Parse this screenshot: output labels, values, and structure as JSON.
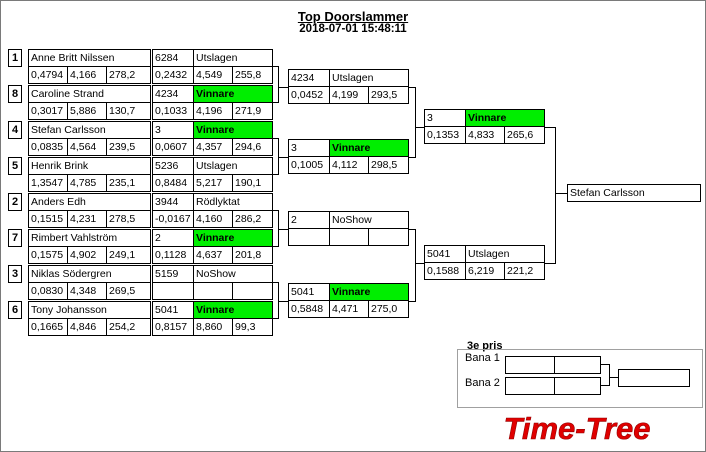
{
  "header": {
    "title": "Top Doorslammer",
    "datetime": "2018-07-01 15:48:11"
  },
  "round1": [
    {
      "seed": "1",
      "name": "Anne Britt Nilssen",
      "rt": "0,4794",
      "et": "4,166",
      "speed": "278,2",
      "opp_no": "6284",
      "result": "Utslagen",
      "winner": false,
      "rt2": "0,2432",
      "et2": "4,549",
      "speed2": "255,8"
    },
    {
      "seed": "8",
      "name": "Caroline Strand",
      "rt": "0,3017",
      "et": "5,886",
      "speed": "130,7",
      "opp_no": "4234",
      "result": "Vinnare",
      "winner": true,
      "rt2": "0,1033",
      "et2": "4,196",
      "speed2": "271,9"
    },
    {
      "seed": "4",
      "name": "Stefan Carlsson",
      "rt": "0,0835",
      "et": "4,564",
      "speed": "239,5",
      "opp_no": "3",
      "result": "Vinnare",
      "winner": true,
      "rt2": "0,0607",
      "et2": "4,357",
      "speed2": "294,6"
    },
    {
      "seed": "5",
      "name": "Henrik Brink",
      "rt": "1,3547",
      "et": "4,785",
      "speed": "235,1",
      "opp_no": "5236",
      "result": "Utslagen",
      "winner": false,
      "rt2": "0,8484",
      "et2": "5,217",
      "speed2": "190,1"
    },
    {
      "seed": "2",
      "name": "Anders Edh",
      "rt": "0,1515",
      "et": "4,231",
      "speed": "278,5",
      "opp_no": "3944",
      "result": "Rödlyktat",
      "winner": false,
      "rt2": "-0,0167",
      "et2": "4,160",
      "speed2": "286,2"
    },
    {
      "seed": "7",
      "name": "Rimbert Vahlström",
      "rt": "0,1575",
      "et": "4,902",
      "speed": "249,1",
      "opp_no": "2",
      "result": "Vinnare",
      "winner": true,
      "rt2": "0,1128",
      "et2": "4,637",
      "speed2": "201,8"
    },
    {
      "seed": "3",
      "name": "Niklas Södergren",
      "rt": "0,0830",
      "et": "4,348",
      "speed": "269,5",
      "opp_no": "5159",
      "result": "NoShow",
      "winner": false,
      "rt2": "",
      "et2": "",
      "speed2": ""
    },
    {
      "seed": "6",
      "name": "Tony Johansson",
      "rt": "0,1665",
      "et": "4,846",
      "speed": "254,2",
      "opp_no": "5041",
      "result": "Vinnare",
      "winner": true,
      "rt2": "0,8157",
      "et2": "8,860",
      "speed2": "99,3"
    }
  ],
  "round2": [
    {
      "no": "4234",
      "result": "Utslagen",
      "winner": false,
      "rt": "0,0452",
      "et": "4,199",
      "speed": "293,5"
    },
    {
      "no": "3",
      "result": "Vinnare",
      "winner": true,
      "rt": "0,1005",
      "et": "4,112",
      "speed": "298,5"
    },
    {
      "no": "2",
      "result": "NoShow",
      "winner": false,
      "rt": "",
      "et": "",
      "speed": ""
    },
    {
      "no": "5041",
      "result": "Vinnare",
      "winner": true,
      "rt": "0,5848",
      "et": "4,471",
      "speed": "275,0"
    }
  ],
  "semis": [
    {
      "no": "3",
      "result": "Vinnare",
      "winner": true,
      "rt": "0,1353",
      "et": "4,833",
      "speed": "265,6"
    },
    {
      "no": "5041",
      "result": "Utslagen",
      "winner": false,
      "rt": "0,1588",
      "et": "6,219",
      "speed": "221,2"
    }
  ],
  "final": {
    "winner": "Stefan Carlsson"
  },
  "third_place": {
    "label": "3e pris",
    "lane1": "Bana 1",
    "lane2": "Bana 2"
  },
  "logo_text": "Time-Tree",
  "colors": {
    "winner": "#00ee00",
    "logo": "#e00000"
  }
}
